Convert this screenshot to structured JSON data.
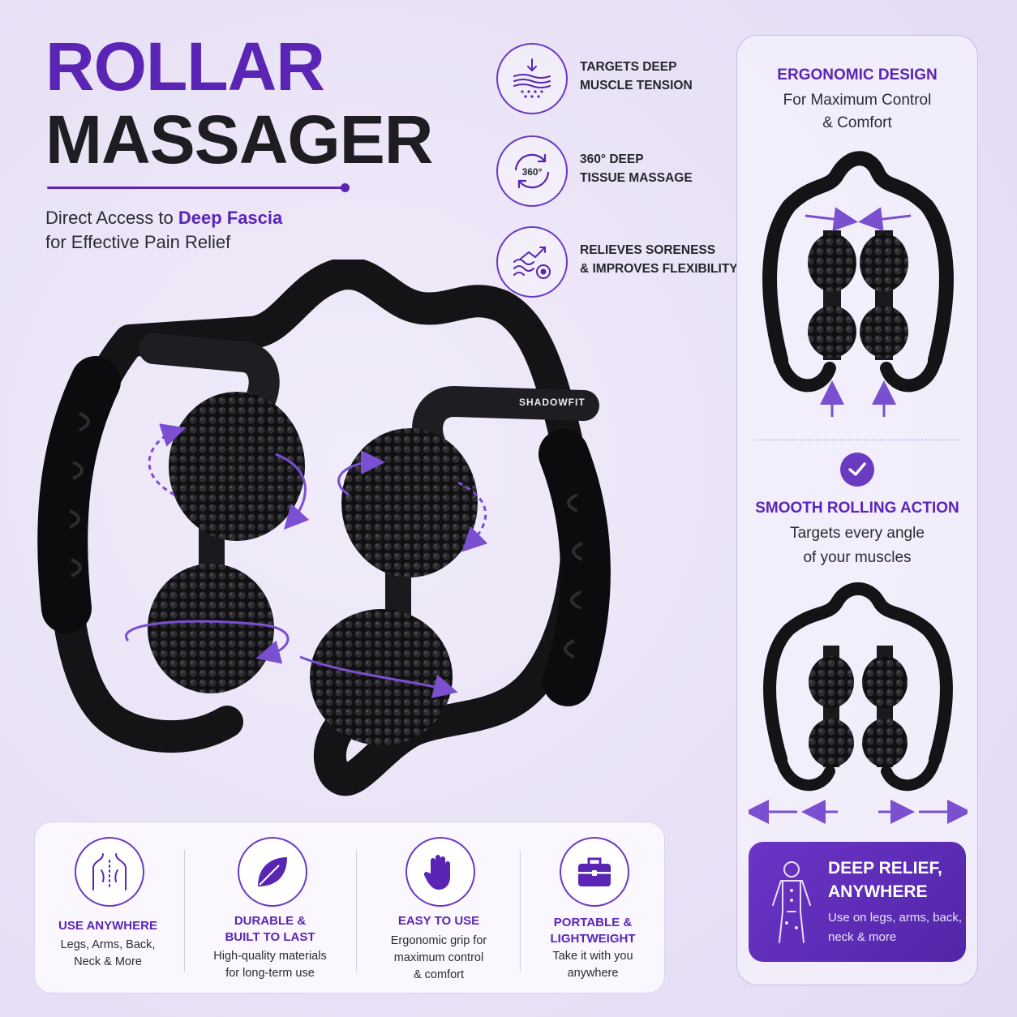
{
  "title": {
    "line1": "ROLLAR",
    "line2": "MASSAGER"
  },
  "subtitle": {
    "before": "Direct Access to ",
    "highlight": "Deep Fascia",
    "line2": "for Effective Pain Relief"
  },
  "features": [
    {
      "icon": "muscle-layers-icon",
      "line1": "TARGETS DEEP",
      "line2": "MUSCLE TENSION"
    },
    {
      "icon": "rotation-360-icon",
      "badge": "360°",
      "line1": "360° DEEP",
      "line2": "TISSUE MASSAGE"
    },
    {
      "icon": "flexibility-icon",
      "line1": "RELIEVES SORENESS",
      "line2": "& IMPROVES FLEXIBILITY"
    }
  ],
  "product": {
    "brand": "SHADOWFIT"
  },
  "right_panel": {
    "ergonomic": {
      "heading": "ERGONOMIC DESIGN",
      "line1": "For Maximum Control",
      "line2": "& Comfort"
    },
    "rolling": {
      "heading": "SMOOTH ROLLING ACTION",
      "line1": "Targets every angle",
      "line2": "of your muscles"
    },
    "relief": {
      "heading": "DEEP RELIEF,\nANYWHERE",
      "text": "Use on legs, arms, back, neck & more"
    }
  },
  "benefits": [
    {
      "icon": "body-back-icon",
      "heading": "USE ANYWHERE",
      "text": "Legs, Arms, Back,\nNeck & More"
    },
    {
      "icon": "leaf-icon",
      "heading": "DURABLE &\nBUILT TO LAST",
      "text": "High-quality materials\nfor long-term use"
    },
    {
      "icon": "hand-icon",
      "heading": "EASY TO USE",
      "text": "Ergonomic grip for\nmaximum control\n& comfort"
    },
    {
      "icon": "briefcase-icon",
      "heading": "PORTABLE &\nLIGHTWEIGHT",
      "text": "Take it with you\nanywhere"
    }
  ],
  "colors": {
    "accent": "#5a25b4",
    "accent_light": "#6a3ac0",
    "ink": "#1d1d22",
    "background": "#ebe4f7"
  }
}
